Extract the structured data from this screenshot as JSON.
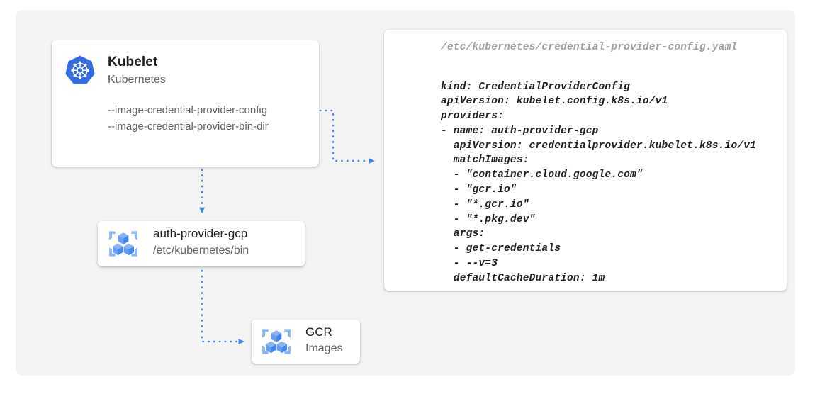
{
  "canvas": {
    "background_color": "#f4f4f4",
    "page_background_color": "#ffffff"
  },
  "accent": {
    "kubernetes_blue": "#326ce5",
    "connector_blue": "#4285f4",
    "icon_light_blue": "#8ab4f8",
    "icon_mid_blue": "#669df6",
    "text_primary": "#202124",
    "text_secondary": "#5f6368",
    "text_muted": "#9aa0a6"
  },
  "kubelet_card": {
    "icon": "kubernetes-logo-icon",
    "title": "Kubelet",
    "subtitle": "Kubernetes",
    "flags": [
      "--image-credential-provider-config",
      "--image-credential-provider-bin-dir"
    ]
  },
  "auth_provider_card": {
    "icon": "container-registry-icon",
    "title": "auth-provider-gcp",
    "subtitle": "/etc/kubernetes/bin"
  },
  "gcr_card": {
    "icon": "container-registry-icon",
    "title": "GCR",
    "subtitle": "Images"
  },
  "yaml_panel": {
    "filename": "/etc/kubernetes/credential-provider-config.yaml",
    "lines": [
      "kind: CredentialProviderConfig",
      "apiVersion: kubelet.config.k8s.io/v1",
      "providers:",
      "- name: auth-provider-gcp",
      "  apiVersion: credentialprovider.kubelet.k8s.io/v1",
      "  matchImages:",
      "  - \"container.cloud.google.com\"",
      "  - \"gcr.io\"",
      "  - \"*.gcr.io\"",
      "  - \"*.pkg.dev\"",
      "  args:",
      "  - get-credentials",
      "  - --v=3",
      "  defaultCacheDuration: 1m"
    ]
  },
  "connectors": [
    {
      "name": "kubelet-config-to-yaml",
      "from": "kubelet-card",
      "to": "yaml-panel",
      "style": "dotted-elbow-arrow"
    },
    {
      "name": "kubelet-to-auth-provider",
      "from": "kubelet-card",
      "to": "auth-provider-card",
      "style": "dotted-vertical-arrow"
    },
    {
      "name": "auth-provider-to-gcr",
      "from": "auth-provider-card",
      "to": "gcr-card",
      "style": "dotted-elbow-arrow"
    }
  ]
}
